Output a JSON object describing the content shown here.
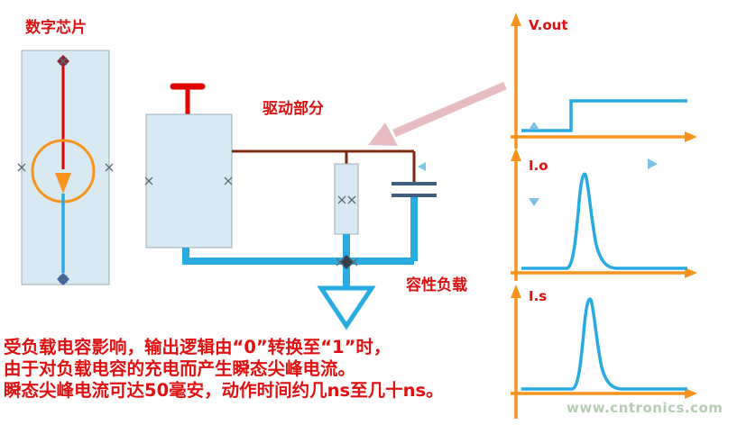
{
  "labels": {
    "chip": "数字芯片",
    "driver": "驱动部分",
    "load": "容性负载"
  },
  "plots": {
    "vout": {
      "label": "V.out",
      "type": "step"
    },
    "io": {
      "label": "I.o",
      "type": "spike"
    },
    "is": {
      "label": "I.s",
      "type": "spike"
    }
  },
  "waveforms": {
    "vout": "logic level steps from low (0) to high (1)",
    "io": "narrow transient current spike at the switching edge, decays back to zero",
    "is": "narrow transient supply-current spike at the switching edge, decays back to zero"
  },
  "caption": {
    "line1": "受负载电容影响，输出逻辑由“0”转换至“1”时，",
    "line2": "由于对负载电容的充电而产生瞬态尖峰电流。",
    "line3": "瞬态尖峰电流可达50毫安，动作时间约几ns至几十ns。"
  },
  "watermark": "www.cntronics.com",
  "colors": {
    "accent_red": "#dd1111",
    "axis_orange": "#f7941d",
    "wire_cyan": "#29abe2",
    "wire_brown": "#7f2a0c",
    "block_fill_lightblue": "#d8e9f1",
    "arrow_pink": "#e7bcc0",
    "watermark_green": "#b6cdb4"
  }
}
